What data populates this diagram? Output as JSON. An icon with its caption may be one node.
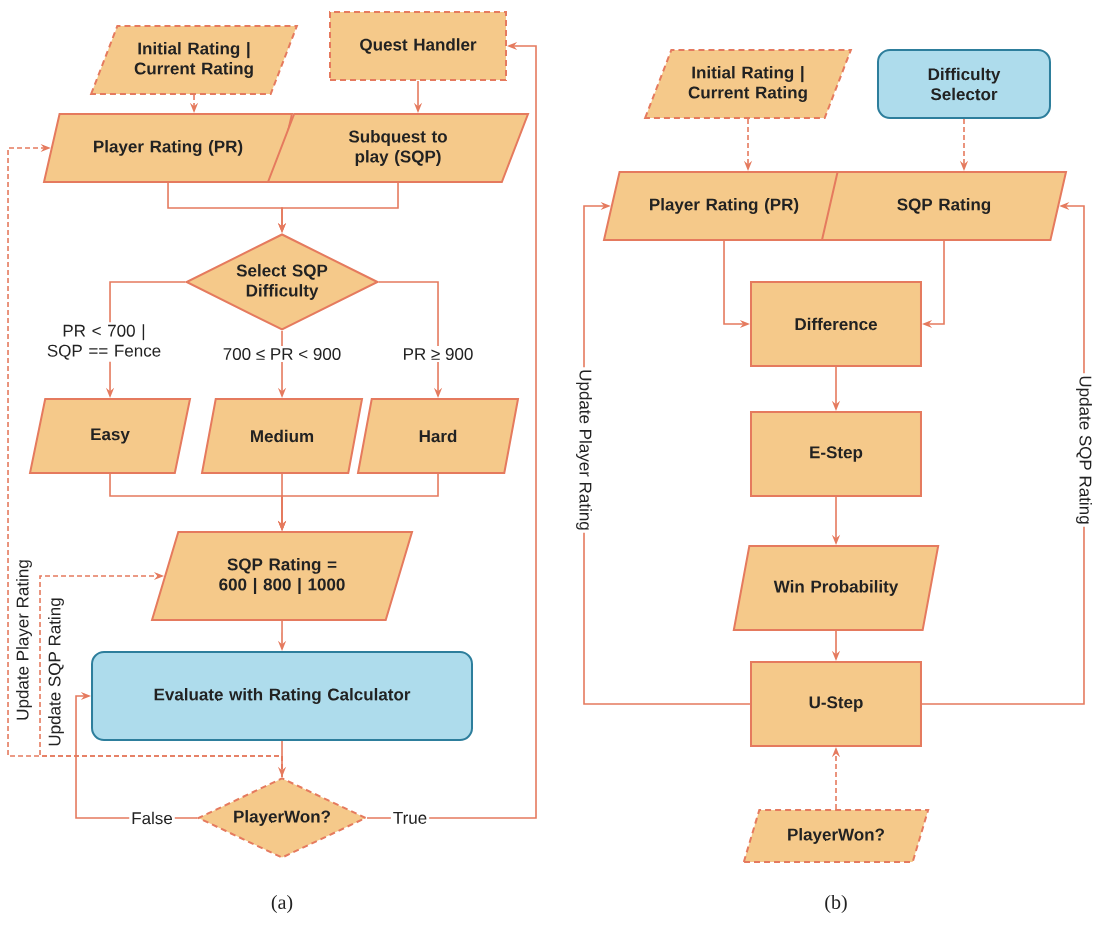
{
  "diagram": {
    "nodes": [
      {
        "text": [
          "Initial Rating | Current Rating"
        ]
      },
      {
        "text": [
          "Quest Handler"
        ]
      },
      {
        "text": [
          "Player Rating (PR)"
        ]
      },
      {
        "text": [
          "Subquest to play (SQP)"
        ]
      },
      {
        "text": [
          "Select SQP Difficulty"
        ]
      },
      {
        "text": [
          "Easy"
        ]
      },
      {
        "text": [
          "Medium"
        ]
      },
      {
        "text": [
          "Hard"
        ]
      },
      {
        "text": [
          "SQP Rating = 600 | 800 | 1000"
        ]
      },
      {
        "text": [
          "Evaluate with Rating Calculator"
        ]
      },
      {
        "text": [
          "PlayerWon?"
        ]
      },
      {
        "text": [
          "Initial Rating | Current Rating"
        ]
      },
      {
        "text": [
          "Difficulty Selector"
        ]
      },
      {
        "text": [
          "Player Rating (PR)"
        ]
      },
      {
        "text": [
          "SQP Rating"
        ]
      },
      {
        "text": [
          "Difference"
        ]
      },
      {
        "text": [
          "E-Step"
        ]
      },
      {
        "text": [
          "Win Probability"
        ]
      },
      {
        "text": [
          "U-Step"
        ]
      },
      {
        "text": [
          "PlayerWon?"
        ]
      }
    ],
    "edges": [
      {
        "from": 0,
        "to": 2,
        "arrow": "to",
        "style": "dashed"
      },
      {
        "from": 1,
        "to": 3,
        "arrow": "to"
      },
      {
        "from": 2,
        "to": 4,
        "arrow": "to"
      },
      {
        "from": 3,
        "to": 4,
        "arrow": "to"
      },
      {
        "from": 4,
        "to": 5,
        "arrow": "to",
        "label": "PR < 700 | SQP == Fence"
      },
      {
        "from": 4,
        "to": 6,
        "arrow": "to",
        "label": "700 ≤ PR < 900"
      },
      {
        "from": 4,
        "to": 7,
        "arrow": "to",
        "label": "PR ≥ 900"
      },
      {
        "from": 5,
        "to": 8,
        "arrow": "to"
      },
      {
        "from": 6,
        "to": 8,
        "arrow": "to"
      },
      {
        "from": 7,
        "to": 8,
        "arrow": "to"
      },
      {
        "from": 8,
        "to": 9,
        "arrow": "to"
      },
      {
        "from": 9,
        "to": 10,
        "arrow": "to"
      },
      {
        "from": 10,
        "to": 9,
        "arrow": "to",
        "label": "False"
      },
      {
        "from": 10,
        "to": 1,
        "arrow": "to",
        "label": "True"
      },
      {
        "from": 10,
        "to": 2,
        "arrow": "to",
        "style": "dashed",
        "label": "Update Player Rating"
      },
      {
        "from": 10,
        "to": 8,
        "arrow": "to",
        "style": "dashed",
        "label": "Update SQP Rating"
      },
      {
        "from": 11,
        "to": 13,
        "arrow": "to",
        "style": "dashed"
      },
      {
        "from": 12,
        "to": 14,
        "arrow": "to",
        "style": "dashed"
      },
      {
        "from": 13,
        "to": 15,
        "arrow": "to"
      },
      {
        "from": 14,
        "to": 15,
        "arrow": "to"
      },
      {
        "from": 15,
        "to": 16,
        "arrow": "to"
      },
      {
        "from": 16,
        "to": 17,
        "arrow": "to"
      },
      {
        "from": 17,
        "to": 18,
        "arrow": "to"
      },
      {
        "from": 19,
        "to": 18,
        "arrow": "to",
        "style": "dashed"
      },
      {
        "from": 18,
        "to": 13,
        "arrow": "to",
        "label": "Update Player Rating"
      },
      {
        "from": 18,
        "to": 14,
        "arrow": "to",
        "label": "Update SQP Rating"
      }
    ],
    "labels": [
      "(a)",
      "(b)"
    ]
  }
}
